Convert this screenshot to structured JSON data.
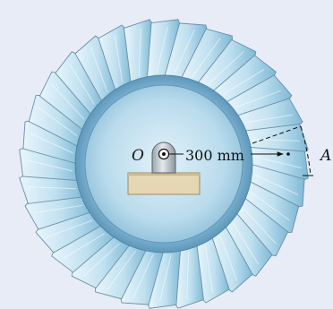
{
  "figure": {
    "center_label": "O",
    "radius_label": "300 mm",
    "point_label": "A",
    "blade_count": 32,
    "colors": {
      "background": "#e7ecf6",
      "blade_light": "#e9f5fb",
      "blade_mid": "#bfe0ef",
      "blade_dark": "#7fb9d6",
      "blade_edge": "#6a8fa8",
      "ring": "#6fa8c8",
      "hub_light": "#d7edf7",
      "hub_dark": "#9cc8df",
      "base": "#e5d7b4",
      "base_edge": "#9c8a5f",
      "bearing": "#bfc6cc",
      "ink": "#111111"
    }
  }
}
